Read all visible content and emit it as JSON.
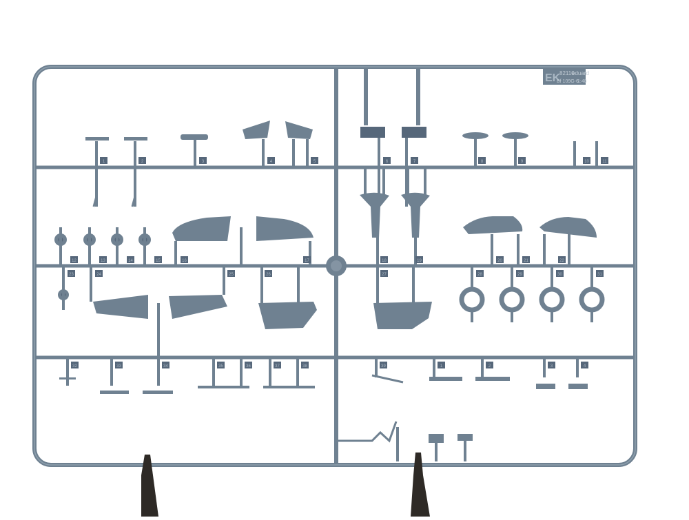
{
  "photo": {
    "subject": "plastic model kit sprue frame",
    "colors": {
      "background": "#ffffff",
      "plastic": "#6f8191",
      "plastic_dark": "#56677a",
      "plastic_light": "#8a9aa8",
      "stand": "#2e2a26"
    }
  },
  "tag": {
    "letters": "EK",
    "code": "82110",
    "brand": "eduard",
    "line2": "Bf 109G-6",
    "scale": "1:48"
  },
  "part_numbers": [
    "1",
    "2",
    "3",
    "4",
    "5",
    "6",
    "7",
    "8",
    "9",
    "10",
    "11",
    "12",
    "13",
    "14",
    "15",
    "16",
    "17",
    "18",
    "19",
    "20",
    "21",
    "22",
    "23",
    "24",
    "25",
    "26",
    "27",
    "28",
    "29",
    "30",
    "31",
    "32",
    "33",
    "34",
    "35",
    "36",
    "37",
    "38",
    "39"
  ]
}
